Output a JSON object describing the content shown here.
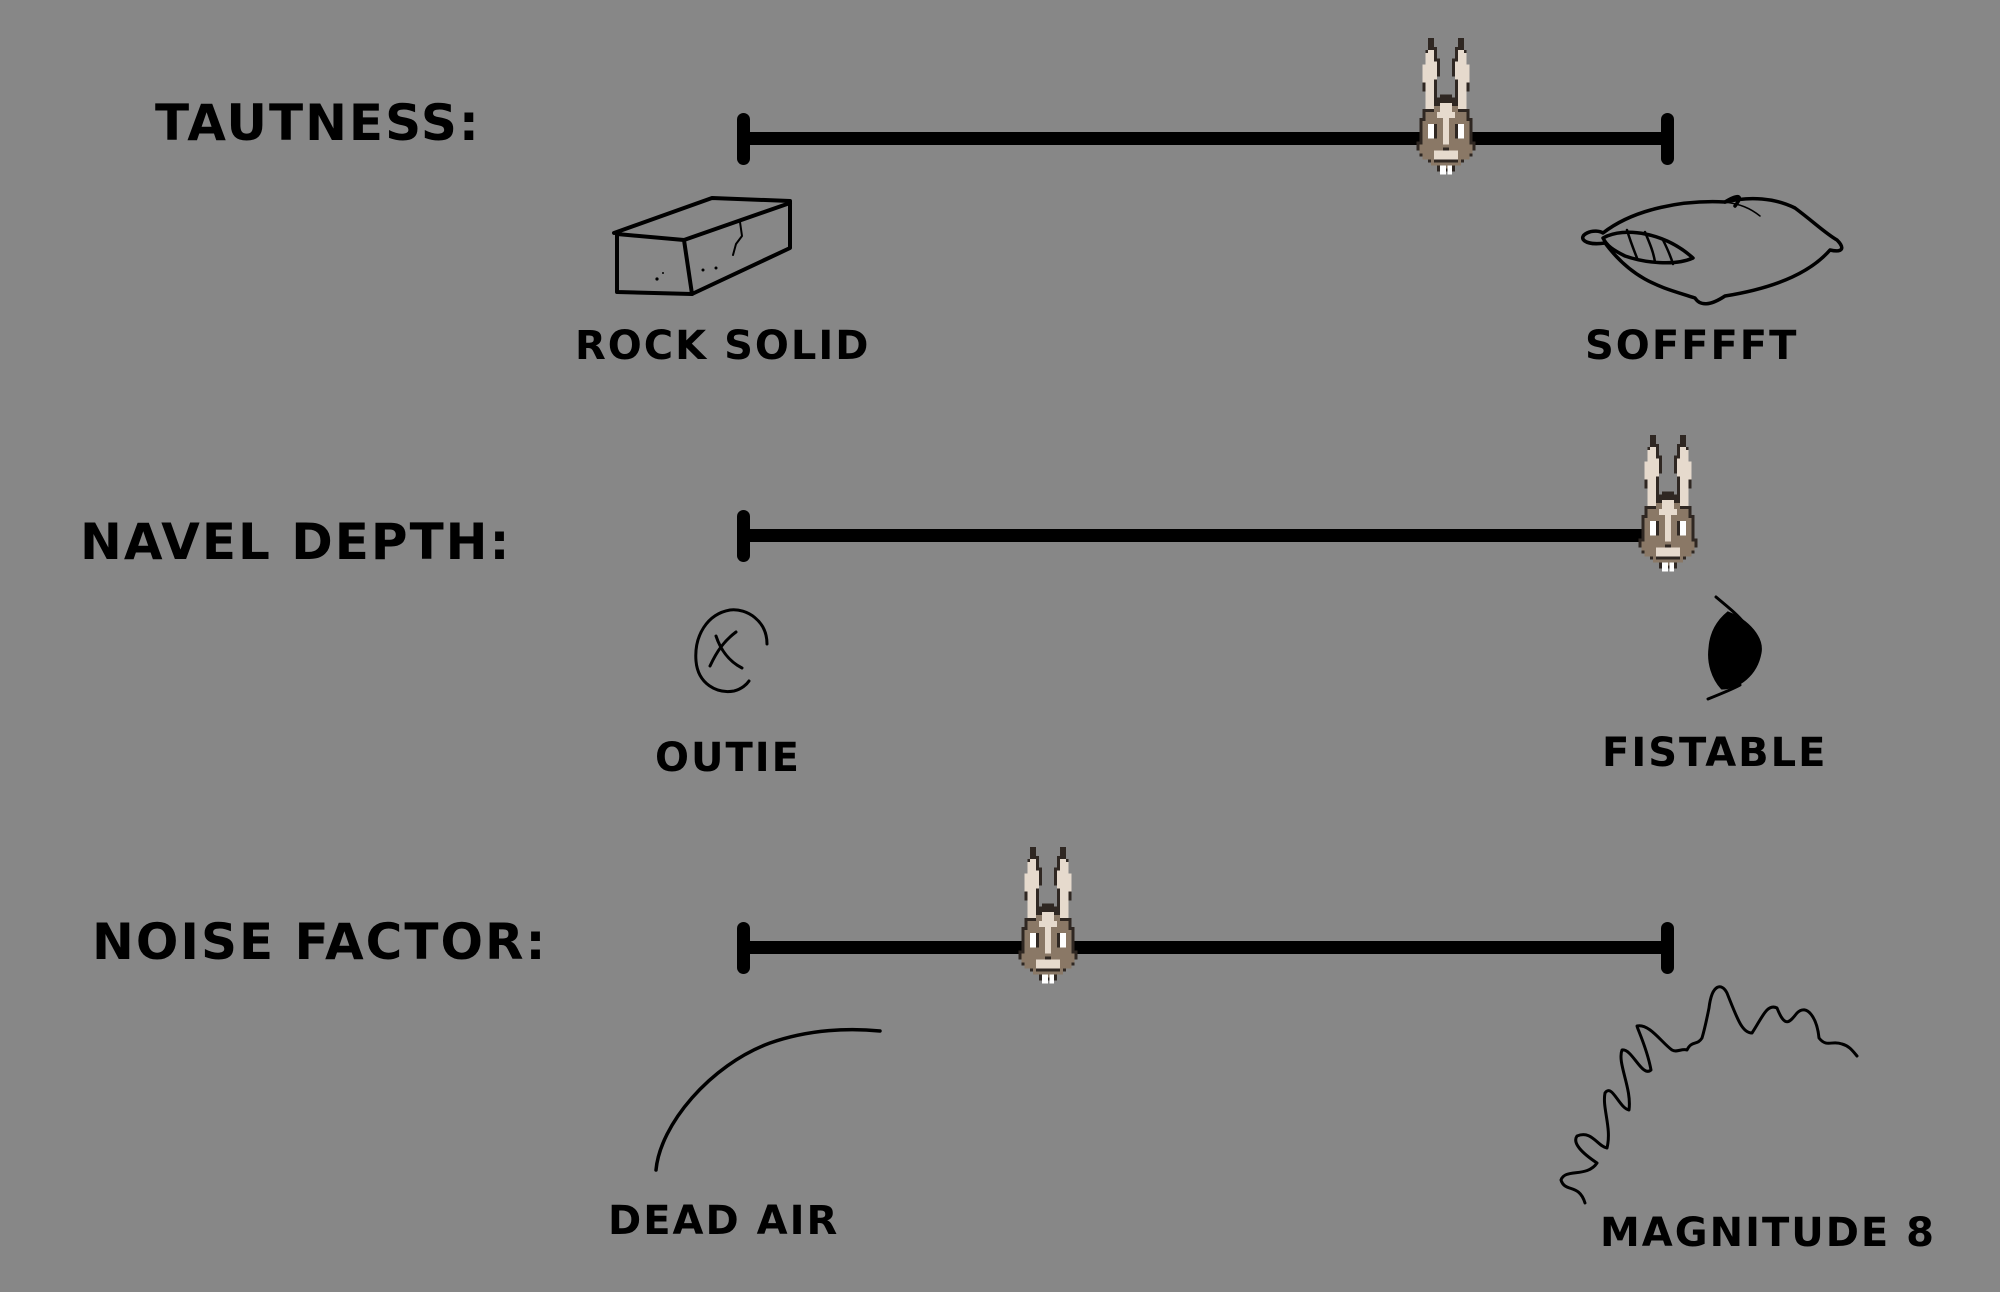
{
  "colors": {
    "background": "#878787",
    "ink": "#000000",
    "bunny_ear_inner": "#e6dacd",
    "bunny_fur": "#8a7866",
    "bunny_outline": "#2f2722"
  },
  "sliders": [
    {
      "id": "tautness",
      "heading": "TAUTNESS:",
      "min_label": "ROCK SOLID",
      "max_label": "SOFFFFT",
      "min_icon": "brick-icon",
      "max_icon": "pillow-icon",
      "thumb_icon": "bunny-head-icon",
      "value": 0.76
    },
    {
      "id": "navel-depth",
      "heading": "NAVEL DEPTH:",
      "min_label": "OUTIE",
      "max_label": "FISTABLE",
      "min_icon": "outie-navel-icon",
      "max_icon": "deep-navel-icon",
      "thumb_icon": "bunny-head-icon",
      "value": 1.0
    },
    {
      "id": "noise-factor",
      "heading": "NOISE FACTOR:",
      "min_label": "DEAD AIR",
      "max_label": "MAGNITUDE 8",
      "min_icon": "smooth-curve-icon",
      "max_icon": "jagged-noise-icon",
      "thumb_icon": "bunny-head-icon",
      "value": 0.33
    }
  ]
}
